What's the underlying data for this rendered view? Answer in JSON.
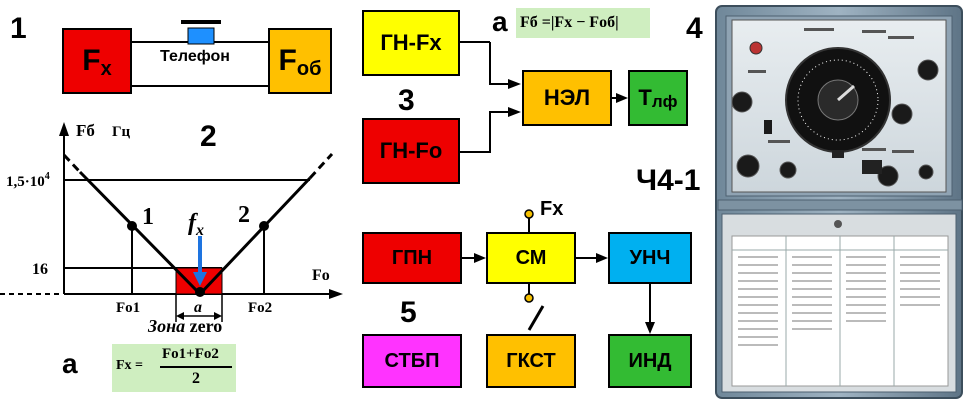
{
  "section_numbers": {
    "s1": "1",
    "s2": "2",
    "s3": "3",
    "s4": "4",
    "s5": "5"
  },
  "panel1": {
    "box_left": {
      "main": "F",
      "sub": "x"
    },
    "box_right": {
      "main": "F",
      "sub": "об"
    },
    "phone_label": "Телефон"
  },
  "panel2": {
    "y_axis_label": "Fб",
    "y_axis_unit": "Гц",
    "x_axis_label": "Fo",
    "y_tick_high": {
      "base": "1,5·10",
      "exp": "4"
    },
    "y_tick_low": "16",
    "x_tick_left": "Fo1",
    "x_tick_right": "Fo2",
    "point_1": "1",
    "point_2": "2",
    "fx_label": {
      "main": "f",
      "sub": "x"
    },
    "gap_label": "a",
    "zone_label": {
      "italic": "Зона",
      "plain": " zero"
    },
    "formula_letter": "а",
    "formula": {
      "lhs": "Fx =",
      "numerator": "Fo1+Fo2",
      "denominator": "2"
    }
  },
  "panel3": {
    "gen_fx": "ГН-Fx",
    "gen_fo": "ГН-Fo",
    "mixer": "НЭЛ",
    "phone": {
      "main": "Т",
      "sub": "лф"
    },
    "formula_letter": "а",
    "formula": "Fб =|Fx − Fоб|"
  },
  "panel4": {
    "device_name": "Ч4-1"
  },
  "panel5": {
    "gpn": "ГПН",
    "cm": "СМ",
    "unch": "УНЧ",
    "stbp": "СТБП",
    "gkst": "ГКСТ",
    "ind": "ИНД",
    "fx_label": "Fx"
  },
  "colors": {
    "red": "#ee0000",
    "orange": "#ffc000",
    "yellow": "#ffff00",
    "green": "#33bb33",
    "cyan": "#00b0f0",
    "magenta": "#ff33ff",
    "formula_bg": "#cfeec0",
    "marker_blue": "#1e74e0"
  }
}
